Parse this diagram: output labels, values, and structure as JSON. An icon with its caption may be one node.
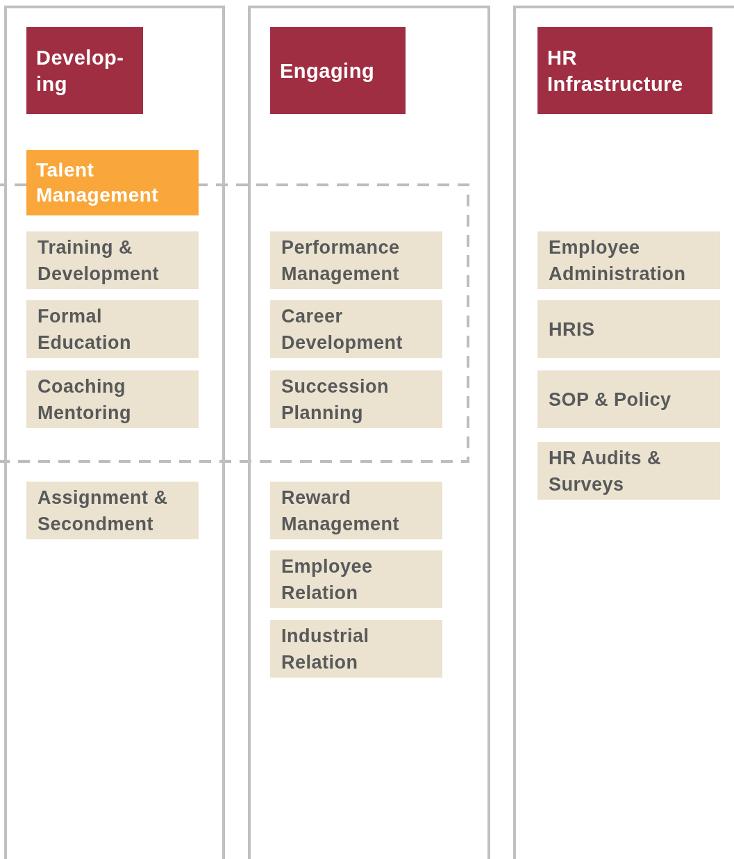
{
  "diagram": {
    "nodes": [
      {
        "text": [],
        "shape": "box"
      },
      {
        "text": [],
        "shape": "box"
      },
      {
        "text": [],
        "shape": "box"
      },
      {
        "text": [],
        "shape": "box"
      },
      {
        "text": [
          "Develop- ing"
        ],
        "in": 0
      },
      {
        "text": [
          "Engaging"
        ],
        "in": 1
      },
      {
        "text": [
          "HR Infrastructure"
        ],
        "in": 2
      },
      {
        "text": [
          "Talent Management"
        ],
        "in": 0
      },
      {
        "text": [
          "Training & Development"
        ]
      },
      {
        "text": [
          "Formal Education"
        ]
      },
      {
        "text": [
          "Coaching Mentoring"
        ]
      },
      {
        "text": [
          "Assignment & Secondment"
        ],
        "in": 0
      },
      {
        "text": [
          "Performance Management"
        ]
      },
      {
        "text": [
          "Career Development"
        ]
      },
      {
        "text": [
          "Succession Planning"
        ]
      },
      {
        "text": [
          "Reward Management"
        ],
        "in": 1
      },
      {
        "text": [
          "Employee Relation"
        ],
        "in": 1
      },
      {
        "text": [
          "Industrial Relation"
        ],
        "in": 1
      },
      {
        "text": [
          "Employee Administration"
        ],
        "in": 2
      },
      {
        "text": [
          "HRIS"
        ],
        "in": 2
      },
      {
        "text": [
          "SOP & Policy"
        ],
        "in": 2
      },
      {
        "text": [
          "HR Audits & Surveys"
        ],
        "in": 2
      }
    ]
  }
}
